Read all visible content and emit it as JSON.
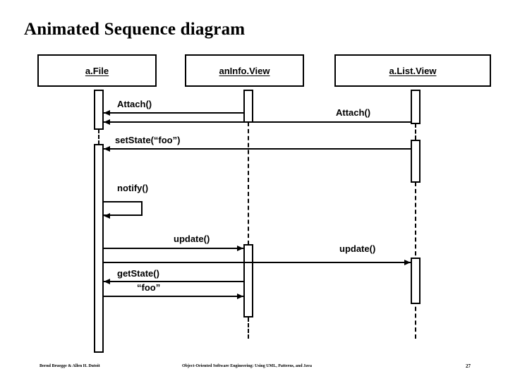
{
  "slide": {
    "title": "Animated Sequence diagram",
    "page_number": "27"
  },
  "colors": {
    "ink": "#000000",
    "background": "#ffffff"
  },
  "objects": [
    {
      "id": "a-file",
      "label": "a.File"
    },
    {
      "id": "an-info-view",
      "label": "anInfo.View"
    },
    {
      "id": "a-list-view",
      "label": "a.List.View"
    }
  ],
  "messages": [
    {
      "id": "attach-1",
      "label": "Attach()",
      "from": "anInfoView",
      "to": "aFile",
      "direction": "left"
    },
    {
      "id": "attach-2",
      "label": "Attach()",
      "from": "aListView",
      "to": "aFile",
      "direction": "left"
    },
    {
      "id": "set-state",
      "label": "setState(“foo”)",
      "from": "aListView",
      "to": "aFile",
      "direction": "left"
    },
    {
      "id": "notify",
      "label": "notify()",
      "from": "aFile",
      "to": "aFile",
      "direction": "self"
    },
    {
      "id": "update-1",
      "label": "update()",
      "from": "aFile",
      "to": "anInfoView",
      "direction": "right"
    },
    {
      "id": "update-2",
      "label": "update()",
      "from": "aFile",
      "to": "aListView",
      "direction": "right"
    },
    {
      "id": "get-state",
      "label": "getState()",
      "from": "anInfoView",
      "to": "aFile",
      "direction": "left"
    },
    {
      "id": "return-foo",
      "label": "“foo”",
      "from": "aFile",
      "to": "anInfoView",
      "direction": "right"
    }
  ],
  "footer": {
    "author": "Bernd Bruegge & Allen H. Dutoit",
    "book": "Object-Oriented Software Engineering: Using UML, Patterns, and Java",
    "page": "27"
  }
}
